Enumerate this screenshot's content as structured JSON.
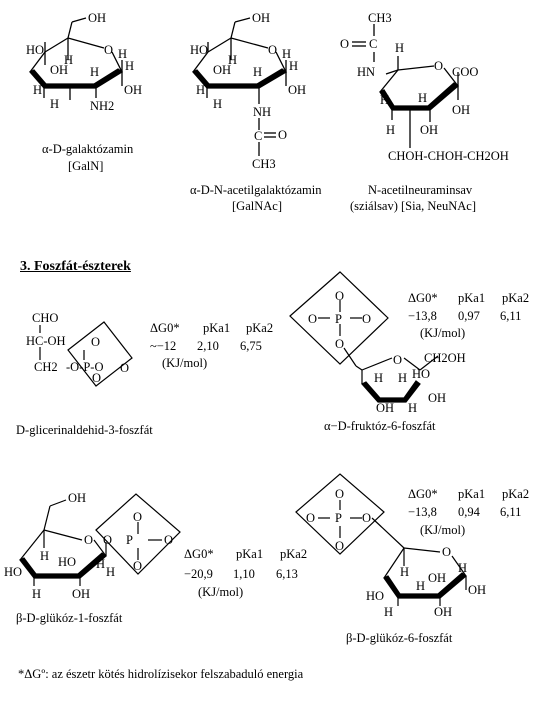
{
  "molecules": {
    "galn": {
      "name": "α-D-galaktózamin",
      "abbr": "[GalN]",
      "atoms": {
        "oh_top": "OH",
        "ho_left": "HO",
        "h_ring": "H",
        "o_ring": "O",
        "h_ring2": "H",
        "oh_mid": "OH",
        "h_mid": "H",
        "h_left": "H",
        "h_c1": "H",
        "oh_right": "OH",
        "h_bottom": "H",
        "nh2": "NH2"
      }
    },
    "galnac": {
      "name": "α-D-N-acetilgalaktózamin",
      "abbr": "[GalNAc]",
      "atoms": {
        "oh_top": "OH",
        "ho_left": "HO",
        "h_ring": "H",
        "o_ring": "O",
        "h_ring2": "H",
        "oh_mid": "OH",
        "h_mid": "H",
        "h_left": "H",
        "h_c1": "H",
        "oh_right": "OH",
        "h_bottom": "H",
        "nh": "NH",
        "c": "C",
        "o": "O",
        "ch3": "CH3"
      }
    },
    "sia": {
      "name": "N-acetilneuraminsav",
      "abbr": "(sziálsav) [Sia, NeuNAc]",
      "atoms": {
        "ch3": "CH3",
        "o_left": "O",
        "c": "C",
        "h_top": "H",
        "hn": "HN",
        "o_ring": "O",
        "coo": "COO",
        "h_a": "H",
        "h_b": "H",
        "oh_right": "OH",
        "h_c": "H",
        "oh_bottom": "OH",
        "chain": "CHOH-CHOH-CH2OH"
      }
    }
  },
  "section": {
    "heading": "3. Foszfát-észterek"
  },
  "glyceraldehyde": {
    "name": "D-glicerinaldehid-3-foszfát",
    "atoms": {
      "cho": "CHO",
      "hcoh": "HC-OH",
      "ch2": "CH2",
      "o_ester": "-O-P-O",
      "o_top": "O",
      "o_right": "O",
      "o_bottom": "O"
    },
    "table": {
      "dg": "ΔG0*",
      "pka1": "pKa1",
      "pka2": "pKa2",
      "v_dg": "~−12",
      "v_pka1": "2,10",
      "v_pka2": "6,75",
      "unit": "(KJ/mol)"
    }
  },
  "fructose": {
    "name": "α−D-fruktóz-6-foszfát",
    "atoms": {
      "o_top": "O",
      "o_left": "O",
      "p": "P",
      "o_right": "O",
      "o_bottom": "O",
      "o_ring": "O",
      "ch2oh": "CH2OH",
      "h_a": "H",
      "h_b": "H",
      "ho_mid": "HO",
      "oh_right": "OH",
      "oh_left": "OH",
      "h_c": "H"
    },
    "table": {
      "dg": "ΔG0*",
      "pka1": "pKa1",
      "pka2": "pKa2",
      "v_dg": "−13,8",
      "v_pka1": "0,97",
      "v_pka2": "6,11",
      "unit": "(KJ/mol)"
    }
  },
  "glucose1p": {
    "name": "β-D-glükóz-1-foszfát",
    "atoms": {
      "oh_top": "OH",
      "o_ring": "O",
      "o_link": "O",
      "p": "P",
      "o_top": "O",
      "o_right": "O",
      "o_bottom": "O",
      "h_a": "H",
      "h_b": "H",
      "ho_left": "HO",
      "ho_mid": "HO",
      "h_c": "H",
      "h_d": "H",
      "oh_bottom": "OH"
    },
    "table": {
      "dg": "ΔG0*",
      "pka1": "pKa1",
      "pka2": "pKa2",
      "v_dg": "−20,9",
      "v_pka1": "1,10",
      "v_pka2": "6,13",
      "unit": "(KJ/mol)"
    }
  },
  "glucose6p": {
    "name": "β-D-glükóz-6-foszfát",
    "atoms": {
      "o_top": "O",
      "o_left": "O",
      "p": "P",
      "o_right": "O",
      "o_bottom": "O",
      "o_ring": "O",
      "h_a": "H",
      "oh_right": "OH",
      "h_b": "H",
      "ho_left": "HO",
      "h_c": "H",
      "oh_mid": "OH",
      "h_d": "H",
      "oh_bottom": "OH"
    },
    "table": {
      "dg": "ΔG0*",
      "pka1": "pKa1",
      "pka2": "pKa2",
      "v_dg": "−13,8",
      "v_pka1": "0,94",
      "v_pka2": "6,11",
      "unit": "(KJ/mol)"
    }
  },
  "footnote": "*ΔGº: az észetr kötés hidrolízisekor felszabaduló energia"
}
